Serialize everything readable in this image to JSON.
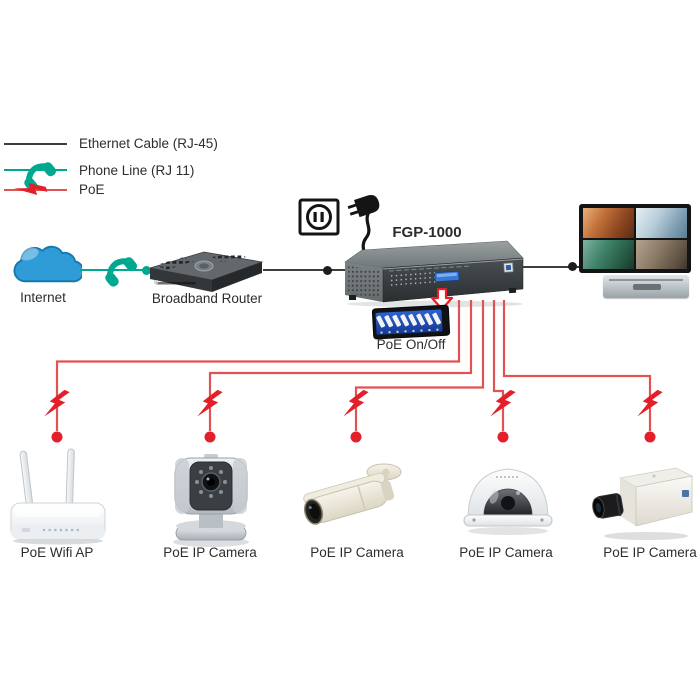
{
  "legend": {
    "items": [
      {
        "id": "ethernet",
        "label": "Ethernet Cable (RJ-45)",
        "color": "#3d3d3d"
      },
      {
        "id": "phone",
        "label": "Phone Line (RJ 11)",
        "color": "#00a88f"
      },
      {
        "id": "poe",
        "label": "PoE",
        "color": "#e05353"
      }
    ]
  },
  "nodes": {
    "internet": {
      "label": "Internet",
      "icon": "cloud-icon"
    },
    "router": {
      "label": "Broadband Router"
    },
    "switch": {
      "label": "FGP-1000"
    },
    "power": {
      "outlet_icon": "power-outlet-icon",
      "plug_icon": "power-plug-icon"
    },
    "dip_switch": {
      "label": "PoE On/Off",
      "icon": "dip-switch-image"
    },
    "monitor": {
      "icon": "surveillance-monitor-image",
      "feeds": 4
    },
    "devices": [
      {
        "label": "PoE Wifi AP"
      },
      {
        "label": "PoE IP Camera"
      },
      {
        "label": "PoE IP Camera"
      },
      {
        "label": "PoE IP Camera"
      },
      {
        "label": "PoE IP Camera"
      }
    ]
  },
  "colors": {
    "ethernet_line": "#3d3d3d",
    "phone_line": "#00a88f",
    "poe_line": "#e05353",
    "poe_accent": "#e3202a",
    "cloud_blue": "#2f9cd8",
    "text": "#2d2d2d"
  }
}
